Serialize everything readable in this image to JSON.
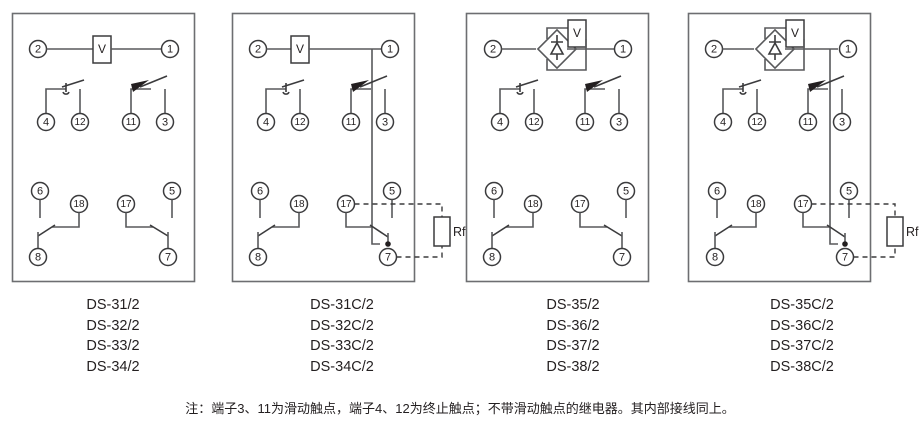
{
  "diagram": {
    "title_visible": false,
    "panel_count": 4,
    "terminal_circle_labels": [
      "1",
      "2",
      "3",
      "4",
      "5",
      "6",
      "7",
      "8",
      "11",
      "12",
      "17",
      "18"
    ],
    "coil_symbol_label": "V",
    "resistor_label": "Rf",
    "colors": {
      "wire": "#58595b",
      "frame": "#6d6e71",
      "text": "#231f20",
      "background": "#ffffff"
    }
  },
  "panels": [
    {
      "id": "panel-1",
      "has_rectifier": false,
      "has_rf": false,
      "coil_label": "V",
      "terminals": {
        "left_coil": "2",
        "right_coil": "1",
        "sw1_left": "4",
        "sw1_right": "12",
        "sw2_left": "11",
        "sw2_right": "3",
        "stub_left": "6",
        "stub_right": "5",
        "sw3_pivot": "18",
        "sw3_end": "8",
        "sw4_pivot": "17",
        "sw4_end": "7"
      },
      "model_labels": [
        "DS-31/2",
        "DS-32/2",
        "DS-33/2",
        "DS-34/2"
      ]
    },
    {
      "id": "panel-2",
      "has_rectifier": false,
      "has_rf": true,
      "coil_label": "V",
      "resistor_label": "Rf",
      "terminals": {
        "left_coil": "2",
        "right_coil": "1",
        "sw1_left": "4",
        "sw1_right": "12",
        "sw2_left": "11",
        "sw2_right": "3",
        "stub_left": "6",
        "stub_right": "5",
        "sw3_pivot": "18",
        "sw3_end": "8",
        "sw4_pivot": "17",
        "sw4_end": "7"
      },
      "model_labels": [
        "DS-31C/2",
        "DS-32C/2",
        "DS-33C/2",
        "DS-34C/2"
      ]
    },
    {
      "id": "panel-3",
      "has_rectifier": true,
      "has_rf": false,
      "coil_label": "V",
      "terminals": {
        "left_coil": "2",
        "right_coil": "1",
        "sw1_left": "4",
        "sw1_right": "12",
        "sw2_left": "11",
        "sw2_right": "3",
        "stub_left": "6",
        "stub_right": "5",
        "sw3_pivot": "18",
        "sw3_end": "8",
        "sw4_pivot": "17",
        "sw4_end": "7"
      },
      "model_labels": [
        "DS-35/2",
        "DS-36/2",
        "DS-37/2",
        "DS-38/2"
      ]
    },
    {
      "id": "panel-4",
      "has_rectifier": true,
      "has_rf": true,
      "coil_label": "V",
      "resistor_label": "Rf",
      "terminals": {
        "left_coil": "2",
        "right_coil": "1",
        "sw1_left": "4",
        "sw1_right": "12",
        "sw2_left": "11",
        "sw2_right": "3",
        "stub_left": "6",
        "stub_right": "5",
        "sw3_pivot": "18",
        "sw3_end": "8",
        "sw4_pivot": "17",
        "sw4_end": "7"
      },
      "model_labels": [
        "DS-35C/2",
        "DS-36C/2",
        "DS-37C/2",
        "DS-38C/2"
      ]
    }
  ],
  "labels": {
    "panel1_models": "DS-31/2\nDS-32/2\nDS-33/2\nDS-34/2",
    "panel2_models": "DS-31C/2\nDS-32C/2\nDS-33C/2\nDS-34C/2",
    "panel3_models": "DS-35/2\nDS-36/2\nDS-37/2\nDS-38/2",
    "panel4_models": "DS-35C/2\nDS-36C/2\nDS-37C/2\nDS-38C/2"
  },
  "note": {
    "text": "注：端子3、11为滑动触点，端子4、12为终止触点；不带滑动触点的继电器。其内部接线同上。"
  }
}
